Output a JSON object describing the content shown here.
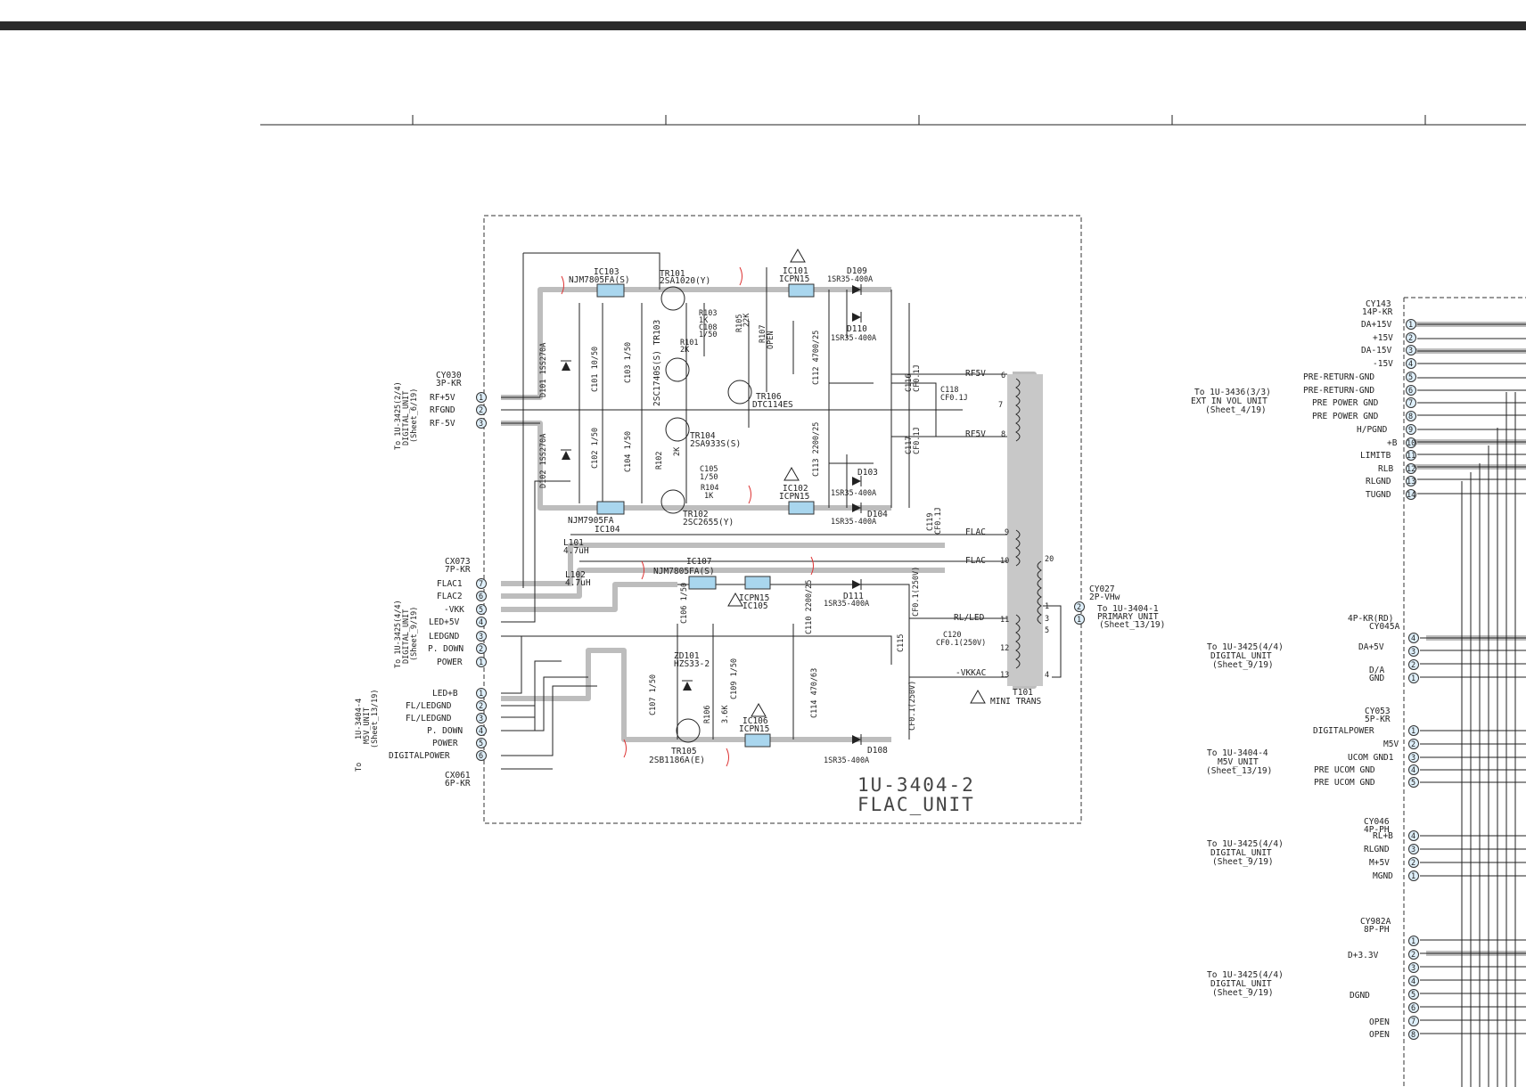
{
  "unit": {
    "title": "1U-3404-2",
    "subtitle": "FLAC_UNIT"
  },
  "components": {
    "ic103": "IC103",
    "ic103_part": "NJM7805FA(S)",
    "ic104": "IC104",
    "ic104_part": "NJM7905FA",
    "ic107": "IC107",
    "ic107_part": "NJM7805FA(S)",
    "tr101": "TR101",
    "tr101_part": "2SA1020(Y)",
    "tr102": "TR102",
    "tr102_part": "2SC2655(Y)",
    "tr103": "2SC1740S(S) TR103",
    "tr104": "TR104",
    "tr104_part": "2SA933S(S)",
    "tr105": "TR105",
    "tr105_part": "2SB1186A(E)",
    "tr106": "TR106",
    "tr106_part": "DTC114ES",
    "ic101": "IC101",
    "ic101_part": "ICPN15",
    "ic102": "IC102",
    "ic102_part": "ICPN15",
    "ic105": "ICPN15",
    "ic105_ref": "IC105",
    "ic106": "IC106",
    "ic106_part": "ICPN15",
    "d101": "D101 1SS270A",
    "d102": "D102 1SS270A",
    "d103": "D103",
    "d104": "D104",
    "d108": "D108",
    "d109": "D109",
    "d110": "D110",
    "d111": "D111",
    "d_part": "1SR35-400A",
    "zd101": "ZD101",
    "zd101_part": "HZS33-2",
    "r101": "R101",
    "r101_val": "2K",
    "r102": "R102",
    "r102_val": "2K",
    "r103": "R103",
    "r103_val": "1K",
    "r104": "R104",
    "r104_val": "1K",
    "r105": "R105",
    "r105_val": "22K",
    "r106": "R106",
    "r106_val": "3.6K",
    "r107": "R107",
    "r107_val": "OPEN",
    "c101": "C101 10/50",
    "c102": "C102 1/50",
    "c103": "C103 1/50",
    "c104": "C104 1/50",
    "c105": "C105",
    "c105_val": "1/50",
    "c106": "C106 1/50",
    "c107": "C107 1/50",
    "c108": "C108",
    "c108_val": "1/50",
    "c109": "C109 1/50",
    "c110": "C110 2200/25",
    "c112": "C112 4700/25",
    "c113": "C113 2200/25",
    "c114": "C114 470/63",
    "c115": "C115",
    "c116": "C116",
    "c117": "C117",
    "c118": "C118",
    "c118_val": "CF0.1J",
    "c119": "C119",
    "c120": "C120",
    "cap_cf01j": "CF0.1J",
    "cap_cf01_250": "CF0.1(250V)",
    "l101": "L101",
    "l101_val": "4.7uH",
    "l102": "L102",
    "l102_val": "4.7uH",
    "t101": "T101",
    "t101_part": "MINI TRANS"
  },
  "transformer_labels": {
    "rf5v_a": "RF5V",
    "rf5v_b": "RF5V",
    "flac_a": "FLAC",
    "flac_b": "FLAC",
    "rl_led": "RL/LED",
    "vkkac": "-VKKAC",
    "pins": [
      "6",
      "7",
      "8",
      "9",
      "10",
      "11",
      "12",
      "13",
      "20",
      "1",
      "3",
      "5",
      "4"
    ]
  },
  "connectors": {
    "cy030": {
      "name": "CY030",
      "type": "3P-KR",
      "pins": [
        "RF+5V",
        "RFGND",
        "RF-5V"
      ],
      "nums": [
        "1",
        "2",
        "3"
      ],
      "dest": [
        "To 1U-3425(2/4)",
        "DIGITAL_UNIT",
        "(Sheet_6/19)"
      ]
    },
    "cx073": {
      "name": "CX073",
      "type": "7P-KR",
      "pins": [
        "FLAC1",
        "FLAC2",
        "-VKK",
        "LED+5V",
        "LEDGND",
        "P. DOWN",
        "POWER"
      ],
      "nums": [
        "7",
        "6",
        "5",
        "4",
        "3",
        "2",
        "1"
      ],
      "dest": [
        "To 1U-3425(4/4)",
        "DIGITAL_UNIT",
        "(Sheet_9/19)"
      ]
    },
    "cx061": {
      "name": "CX061",
      "type": "6P-KR",
      "pins": [
        "LED+B",
        "FL/LEDGND",
        "FL/LEDGND",
        "P. DOWN",
        "POWER",
        "DIGITALPOWER"
      ],
      "nums": [
        "1",
        "2",
        "3",
        "4",
        "5",
        "6"
      ],
      "dest": [
        "To",
        "1U-3404-4",
        "M5V_UNIT",
        "(Sheet_13/19)"
      ]
    },
    "cy027": {
      "name": "CY027",
      "type": "2P-VHw",
      "nums": [
        "2",
        "1"
      ],
      "dest": [
        "To  1U-3404-1",
        "PRIMARY_UNIT",
        "(Sheet_13/19)"
      ]
    },
    "cy143": {
      "name": "CY143",
      "type": "14P-KR",
      "pins": [
        "DA+15V",
        "+15V",
        "DA-15V",
        "-15V",
        "PRE-RETURN-GND",
        "PRE-RETURN-GND",
        "PRE POWER GND",
        "PRE POWER GND",
        "H/PGND",
        "+B",
        "LIMITB",
        "RLB",
        "RLGND",
        "TUGND"
      ],
      "nums": [
        "1",
        "2",
        "3",
        "4",
        "5",
        "6",
        "7",
        "8",
        "9",
        "10",
        "11",
        "12",
        "13",
        "14"
      ],
      "dest": [
        "To 1U-3436(3/3)",
        "EXT IN VOL UNIT",
        "(Sheet_4/19)"
      ]
    },
    "cy045a": {
      "name": "CY045A",
      "type": "4P-KR(RD)",
      "pins": [
        "DA+5V",
        "D/A",
        "GND"
      ],
      "nums": [
        "4",
        "3",
        "2",
        "1"
      ],
      "dest": [
        "To 1U-3425(4/4)",
        "DIGITAL_UNIT",
        "(Sheet_9/19)"
      ]
    },
    "cy053": {
      "name": "CY053",
      "type": "5P-KR",
      "pins": [
        "DIGITALPOWER",
        "M5V",
        "UCOM GND1",
        "PRE UCOM GND",
        "PRE UCOM GND"
      ],
      "nums": [
        "1",
        "2",
        "3",
        "4",
        "5"
      ],
      "dest": [
        "To 1U-3404-4",
        "M5V_UNIT",
        "(Sheet_13/19)"
      ]
    },
    "cy046": {
      "name": "CY046",
      "type": "4P-PH",
      "pins": [
        "RL+B",
        "RLGND",
        "M+5V",
        "MGND"
      ],
      "nums": [
        "4",
        "3",
        "2",
        "1"
      ],
      "dest": [
        "To 1U-3425(4/4)",
        "DIGITAL_UNIT",
        "(Sheet_9/19)"
      ]
    },
    "cy982a": {
      "name": "CY982A",
      "type": "8P-PH",
      "pins": [
        "D+3.3V",
        "DGND",
        "OPEN",
        "OPEN"
      ],
      "nums": [
        "1",
        "2",
        "3",
        "4",
        "5",
        "6",
        "7",
        "8"
      ],
      "dest": [
        "To 1U-3425(4/4)",
        "DIGITAL_UNIT",
        "(Sheet_9/19)"
      ]
    }
  }
}
